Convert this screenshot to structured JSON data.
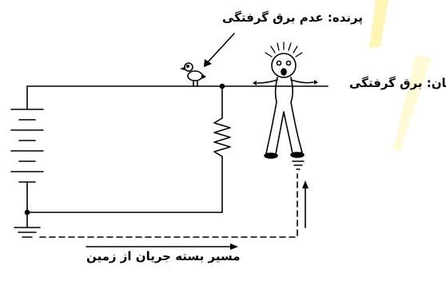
{
  "labels": {
    "bird": "پرنده: عدم برق گرفتگی",
    "human": "انسان: برق گرفتگی",
    "ground_path": "مسیر بسته جریان از زمین"
  },
  "colors": {
    "line": "#000000",
    "glow": "#ffe46a"
  },
  "icons": [
    "battery-icon",
    "resistor-icon",
    "bird-icon",
    "person-icon",
    "ground-icon"
  ]
}
